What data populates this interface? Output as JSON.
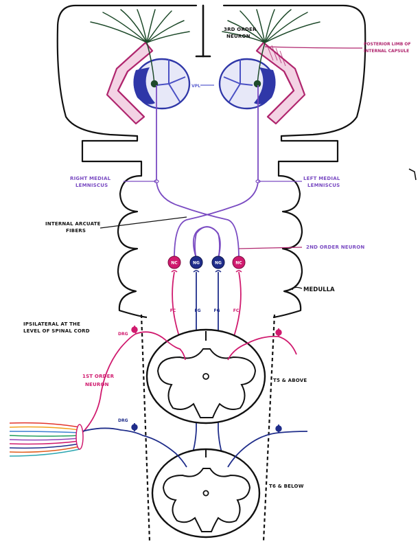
{
  "labels": {
    "third_order_line1": "3RD ORDER",
    "third_order_line2": "NEURON",
    "post_limb_line1": "POSTERIOR LIMB OF",
    "post_limb_line2": "INTERNAL CAPSULE",
    "vpl": "VPL",
    "right_ml_line1": "RIGHT MEDIAL",
    "right_ml_line2": "LEMNISCUS",
    "left_ml_line1": "LEFT MEDIAL",
    "left_ml_line2": "LEMNISCUS",
    "iaf_line1": "INTERNAL ARCUATE",
    "iaf_line2": "FIBERS",
    "second_order": "2ND ORDER NEURON",
    "medulla": "MEDULLA",
    "ipsi_line1": "IPSILATERAL AT THE",
    "ipsi_line2": "LEVEL OF SPINAL CORD",
    "first_order_line1": "1ST ORDER",
    "first_order_line2": "NEURON",
    "drg_top": "DRG",
    "drg_bottom": "DRG",
    "t5_above": "T5 & ABOVE",
    "t6_below": "T6 & BELOW",
    "nucleus_cuneatus": "NC",
    "nucleus_gracilis": "NG",
    "fc": "FC",
    "fg": "FG"
  },
  "colors": {
    "outline": "#111111",
    "magenta": "#d01a6e",
    "navy": "#1f2d8a",
    "purple": "#7a4bc2",
    "lavender": "#5a5fcf",
    "green": "#1e4a2a",
    "capsule": "#b0266e"
  }
}
